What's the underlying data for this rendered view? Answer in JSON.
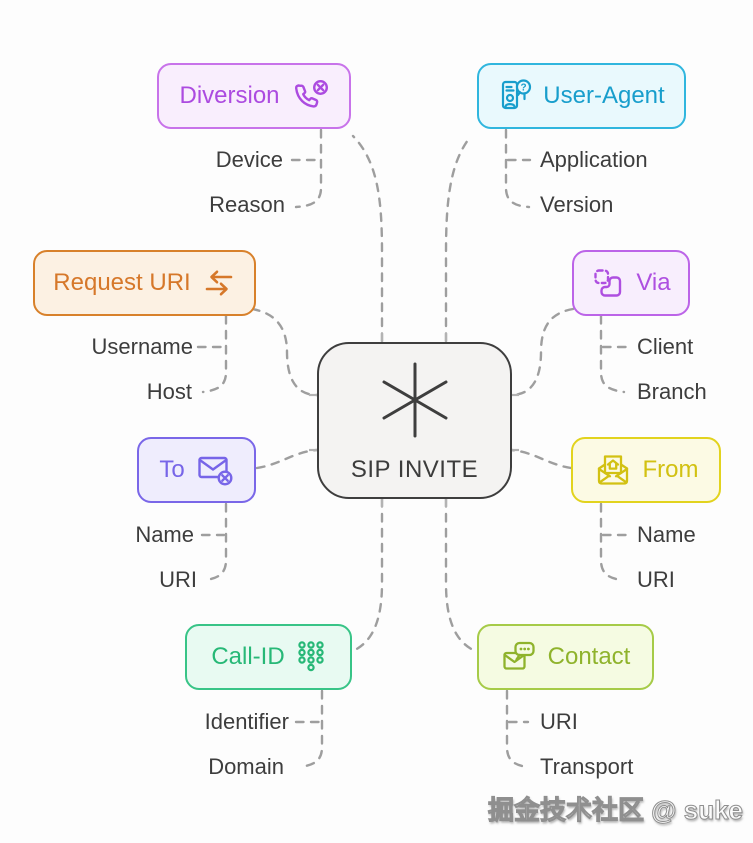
{
  "center": {
    "label": "SIP INVITE"
  },
  "nodes": [
    {
      "id": "diversion",
      "label": "Diversion",
      "icon": "phone-off-icon",
      "colors": {
        "border": "#c873ea",
        "bg": "#f9eefd",
        "text": "#ac4be0"
      },
      "children": [
        "Device",
        "Reason"
      ]
    },
    {
      "id": "user-agent",
      "label": "User-Agent",
      "icon": "agent-card-icon",
      "colors": {
        "border": "#30b6de",
        "bg": "#e9f9fd",
        "text": "#189ecc"
      },
      "children": [
        "Application",
        "Version"
      ]
    },
    {
      "id": "request-uri",
      "label": "Request URI",
      "icon": "swap-arrows-icon",
      "colors": {
        "border": "#d8812b",
        "bg": "#fcf1e3",
        "text": "#d6782a"
      },
      "children": [
        "Username",
        "Host"
      ]
    },
    {
      "id": "via",
      "label": "Via",
      "icon": "route-icon",
      "colors": {
        "border": "#bc64e8",
        "bg": "#f8eefd",
        "text": "#ae4fe0"
      },
      "children": [
        "Client",
        "Branch"
      ]
    },
    {
      "id": "to",
      "label": "To",
      "icon": "mail-cancel-icon",
      "colors": {
        "border": "#7a67e8",
        "bg": "#efedfd",
        "text": "#7765e8"
      },
      "children": [
        "Name",
        "URI"
      ]
    },
    {
      "id": "from",
      "label": "From",
      "icon": "mail-home-icon",
      "colors": {
        "border": "#e2d31e",
        "bg": "#fcfae4",
        "text": "#d2c112"
      },
      "children": [
        "Name",
        "URI"
      ]
    },
    {
      "id": "call-id",
      "label": "Call-ID",
      "icon": "dialpad-icon",
      "colors": {
        "border": "#38c487",
        "bg": "#e8faf2",
        "text": "#27b877"
      },
      "children": [
        "Identifier",
        "Domain"
      ]
    },
    {
      "id": "contact",
      "label": "Contact",
      "icon": "mail-chat-icon",
      "colors": {
        "border": "#a6cb48",
        "bg": "#f5fbe2",
        "text": "#8fb32c"
      },
      "children": [
        "URI",
        "Transport"
      ]
    }
  ],
  "connector_color": "#9e9e9e",
  "watermark": "掘金技术社区 @ suke"
}
